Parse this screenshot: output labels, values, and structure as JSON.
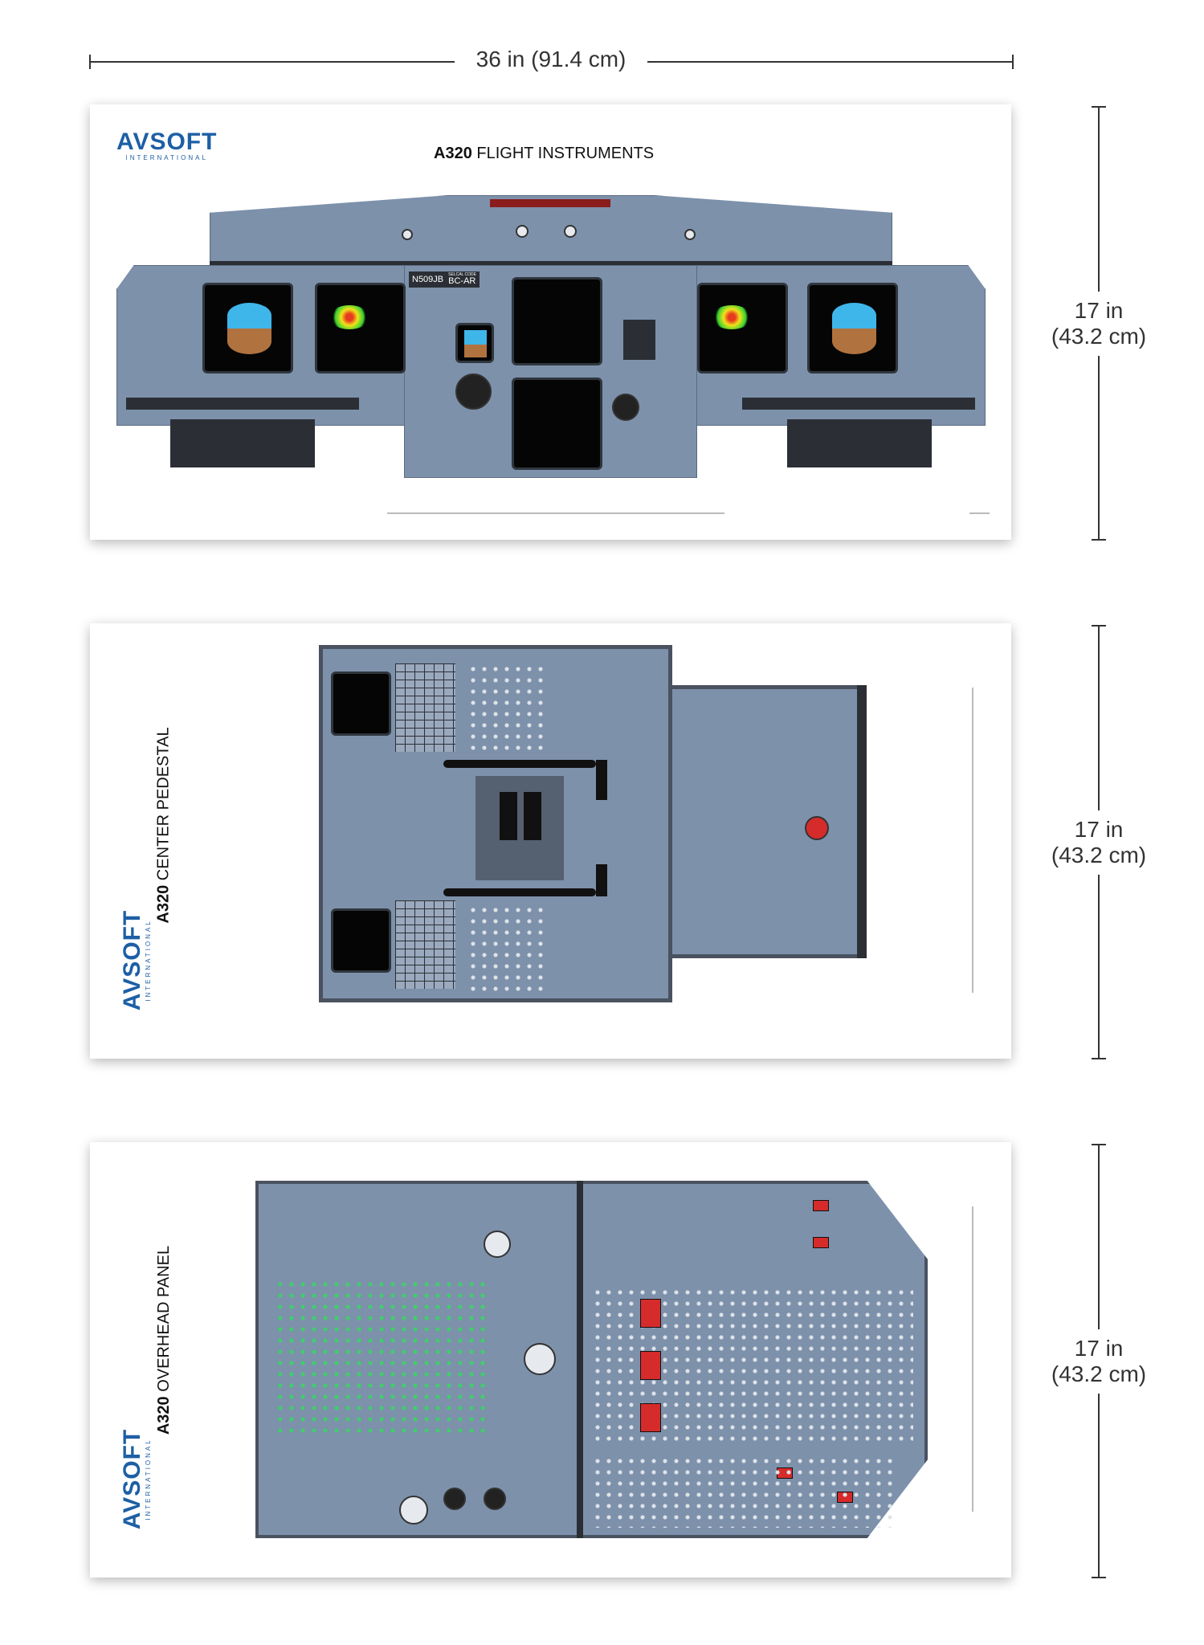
{
  "dimensions": {
    "width_label": "36 in (91.4 cm)",
    "height_label_1": "17 in",
    "height_label_2": "(43.2 cm)"
  },
  "brand": {
    "name": "AVSOFT",
    "sub": "INTERNATIONAL",
    "color": "#1d5fa5"
  },
  "posters": [
    {
      "title_bold": "A320",
      "title_rest": " FLIGHT INSTRUMENTS",
      "registration": "N509JB",
      "selcal_label": "SELCAL CODE",
      "selcal": "BC-AR"
    },
    {
      "title_bold": "A320",
      "title_rest": " CENTER PEDESTAL"
    },
    {
      "title_bold": "A320",
      "title_rest": " OVERHEAD PANEL"
    }
  ],
  "colors": {
    "panel": "#7d91ab",
    "screen": "#050505",
    "accent_red": "#d62b2b"
  }
}
